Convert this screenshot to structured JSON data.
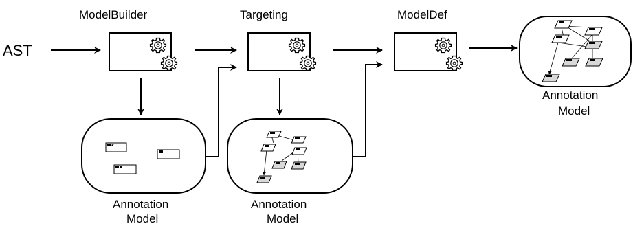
{
  "input": {
    "label": "AST"
  },
  "stages": [
    {
      "title": "ModelBuilder"
    },
    {
      "title": "Targeting"
    },
    {
      "title": "ModelDef"
    }
  ],
  "annotation_models": [
    {
      "line1": "Annotation",
      "line2": "Model"
    },
    {
      "line1": "Annotation",
      "line2": "Model"
    },
    {
      "line1": "Annotation",
      "line2": "Model"
    }
  ]
}
